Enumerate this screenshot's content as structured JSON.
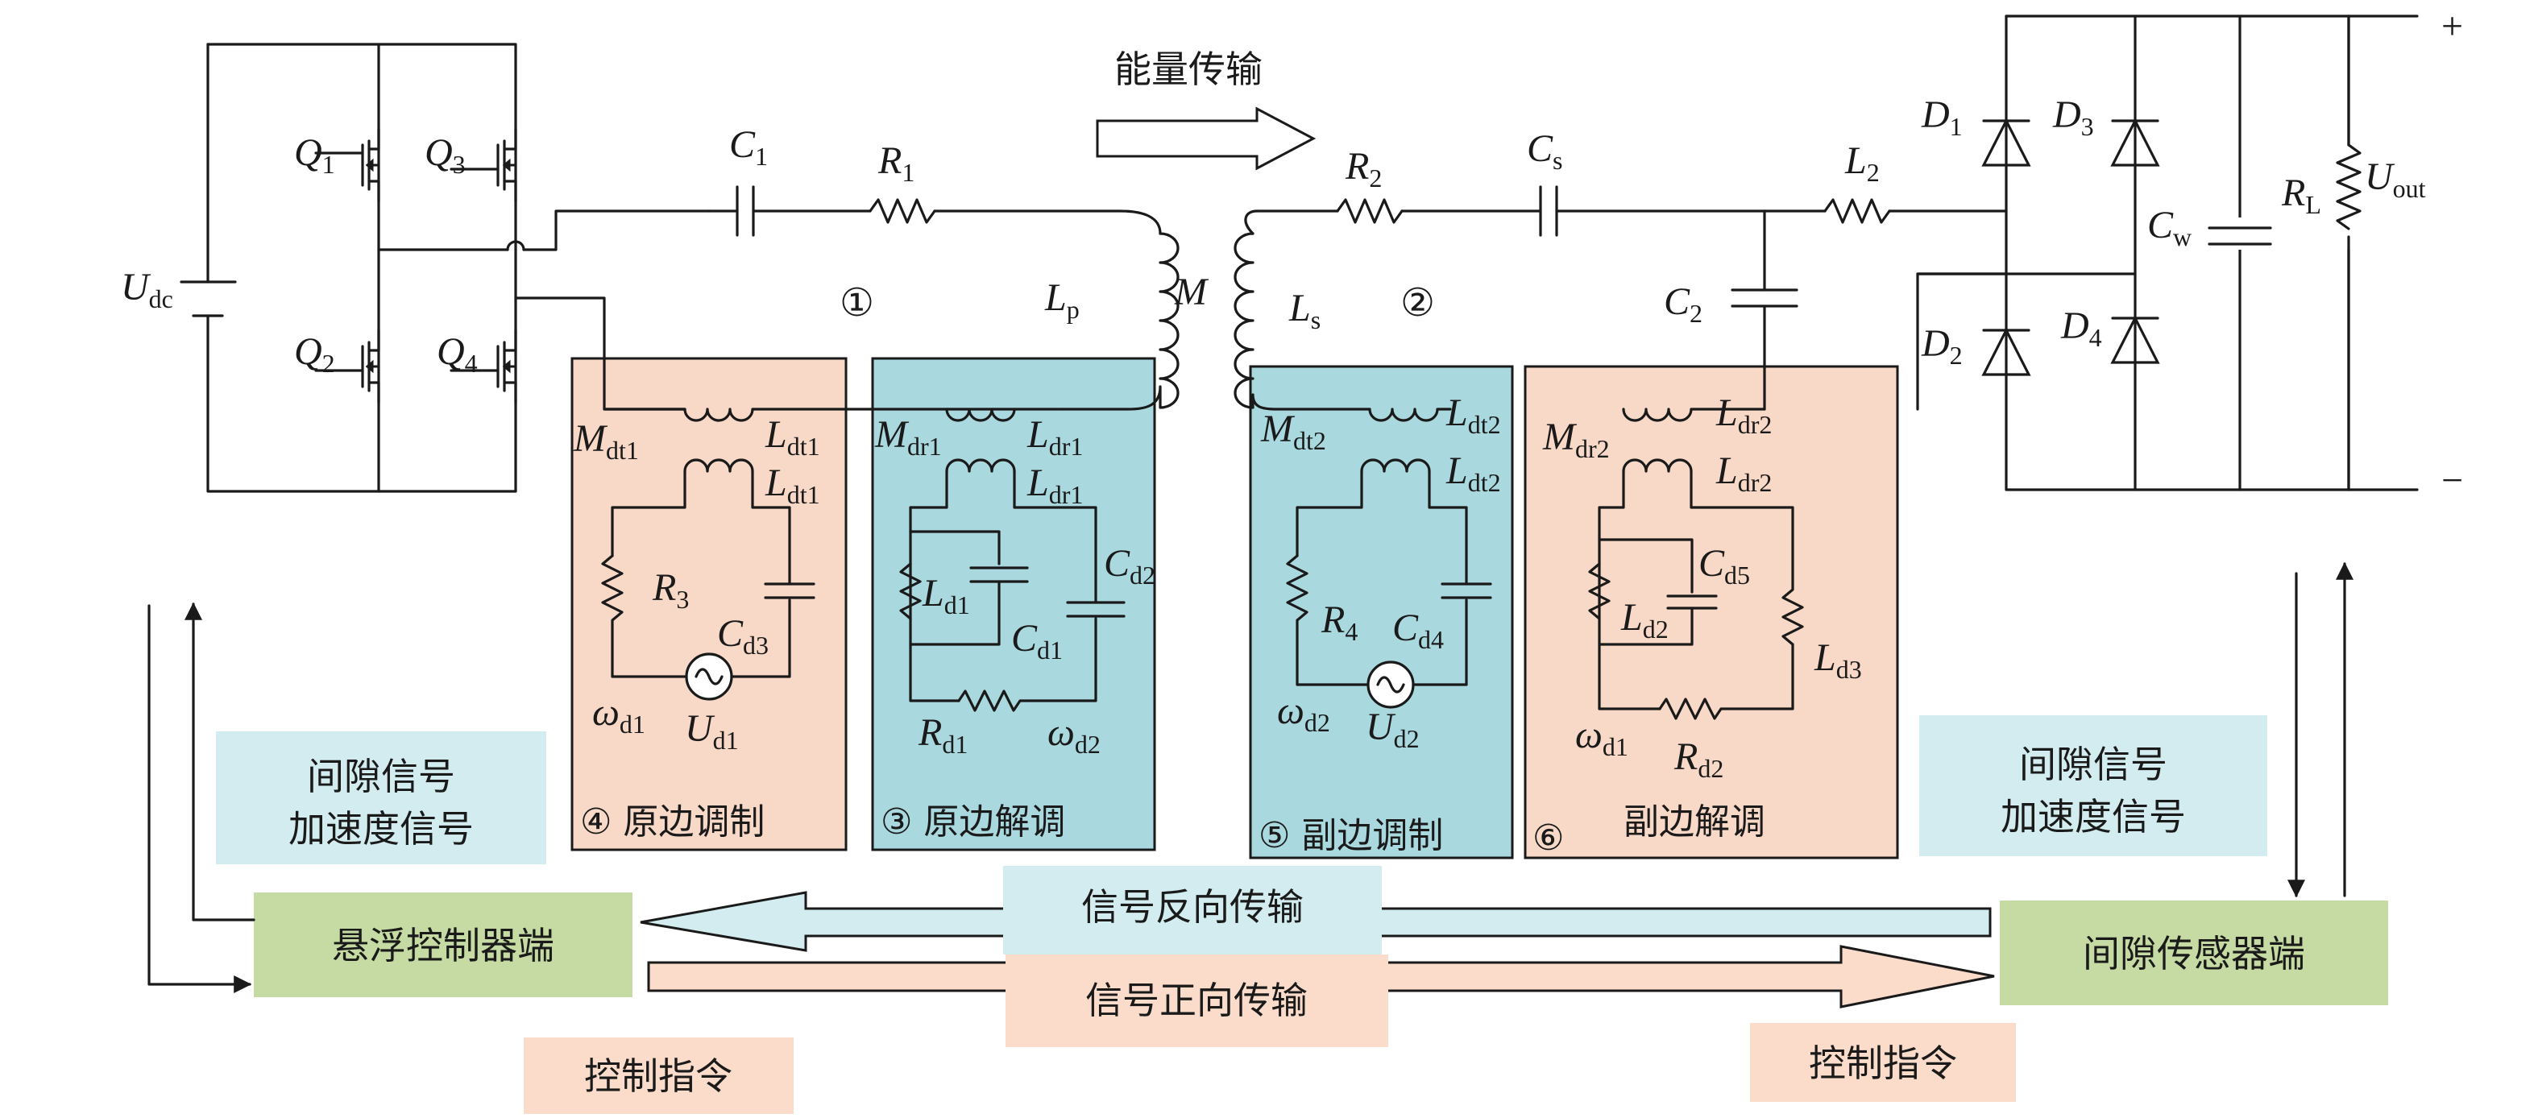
{
  "colors": {
    "peach": "#f8d8c6",
    "teal": "#a9d8df",
    "lightblue": "#d3ecef",
    "green": "#c6dba3",
    "peachArrow": "#fbdccb"
  },
  "header": {
    "energy": "能量传输"
  },
  "circuit": {
    "Udc": [
      "U",
      "dc"
    ],
    "Q1": [
      "Q",
      "1"
    ],
    "Q2": [
      "Q",
      "2"
    ],
    "Q3": [
      "Q",
      "3"
    ],
    "Q4": [
      "Q",
      "4"
    ],
    "C1": [
      "C",
      "1"
    ],
    "R1": [
      "R",
      "1"
    ],
    "Lp": [
      "L",
      "p"
    ],
    "M": "M",
    "Ls": [
      "L",
      "s"
    ],
    "R2": [
      "R",
      "2"
    ],
    "Cs": [
      "C",
      "s"
    ],
    "L2": [
      "L",
      "2"
    ],
    "C2": [
      "C",
      "2"
    ],
    "D1": [
      "D",
      "1"
    ],
    "D2": [
      "D",
      "2"
    ],
    "D3": [
      "D",
      "3"
    ],
    "D4": [
      "D",
      "4"
    ],
    "Cw": [
      "C",
      "w"
    ],
    "RL": [
      "R",
      "L"
    ],
    "Uout": [
      "U",
      "out"
    ],
    "plus": "+",
    "minus": "−",
    "circ1": "①",
    "circ2": "②"
  },
  "module4": {
    "Mdt1": [
      "M",
      "dt1"
    ],
    "Ldt1a": [
      "L",
      "dt1"
    ],
    "Ldt1b": [
      "L",
      "dt1"
    ],
    "R3": [
      "R",
      "3"
    ],
    "Cd3": [
      "C",
      "d3"
    ],
    "wd1": [
      "ω",
      "d1"
    ],
    "Ud1": [
      "U",
      "d1"
    ],
    "title": "④ 原边调制"
  },
  "module3": {
    "Mdr1": [
      "M",
      "dr1"
    ],
    "Ldr1a": [
      "L",
      "dr1"
    ],
    "Ldr1b": [
      "L",
      "dr1"
    ],
    "Ld1": [
      "L",
      "d1"
    ],
    "Cd1": [
      "C",
      "d1"
    ],
    "Cd2": [
      "C",
      "d2"
    ],
    "Rd1": [
      "R",
      "d1"
    ],
    "wd2": [
      "ω",
      "d2"
    ],
    "title": "③ 原边解调"
  },
  "module5": {
    "Mdt2": [
      "M",
      "dt2"
    ],
    "Ldt2a": [
      "L",
      "dt2"
    ],
    "Ldt2b": [
      "L",
      "dt2"
    ],
    "R4": [
      "R",
      "4"
    ],
    "Cd4": [
      "C",
      "d4"
    ],
    "wd2": [
      "ω",
      "d2"
    ],
    "Ud2": [
      "U",
      "d2"
    ],
    "title": "⑤ 副边调制"
  },
  "module6": {
    "Mdr2": [
      "M",
      "dr2"
    ],
    "Ldr2a": [
      "L",
      "dr2"
    ],
    "Ldr2b": [
      "L",
      "dr2"
    ],
    "Cd5": [
      "C",
      "d5"
    ],
    "Ld2": [
      "L",
      "d2"
    ],
    "Ld3": [
      "L",
      "d3"
    ],
    "wd1": [
      "ω",
      "d1"
    ],
    "Rd2": [
      "R",
      "d2"
    ],
    "title": "⑥",
    "titleText": "副边解调"
  },
  "bottom": {
    "leftSignals": [
      "间隙信号",
      "加速度信号"
    ],
    "rightSignals": [
      "间隙信号",
      "加速度信号"
    ],
    "controller": "悬浮控制器端",
    "sensor": "间隙传感器端",
    "reverse": "信号反向传输",
    "forward": "信号正向传输",
    "cmdLeft": "控制指令",
    "cmdRight": "控制指令"
  }
}
